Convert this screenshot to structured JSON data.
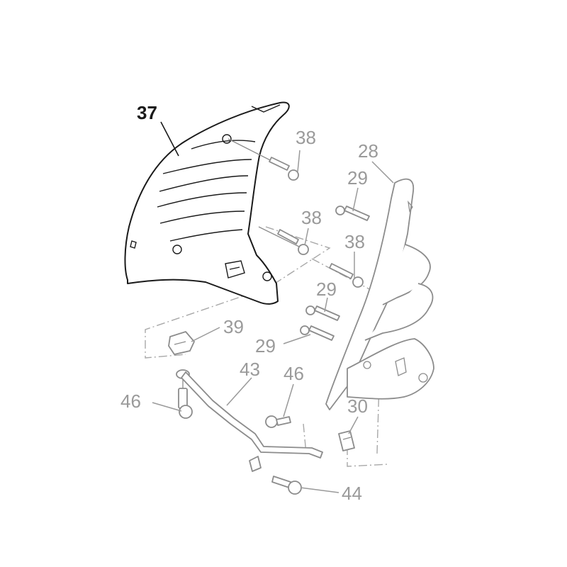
{
  "diagram": {
    "callouts": [
      {
        "id": "c37",
        "label": "37"
      },
      {
        "id": "c38a",
        "label": "38"
      },
      {
        "id": "c38b",
        "label": "38"
      },
      {
        "id": "c38c",
        "label": "38"
      },
      {
        "id": "c28",
        "label": "28"
      },
      {
        "id": "c29a",
        "label": "29"
      },
      {
        "id": "c29b",
        "label": "29"
      },
      {
        "id": "c29c",
        "label": "29"
      },
      {
        "id": "c39",
        "label": "39"
      },
      {
        "id": "c43",
        "label": "43"
      },
      {
        "id": "c46a",
        "label": "46"
      },
      {
        "id": "c46b",
        "label": "46"
      },
      {
        "id": "c30",
        "label": "30"
      },
      {
        "id": "c44",
        "label": "44"
      }
    ]
  },
  "colors": {
    "highlight_part": "#1a1a1a",
    "context_parts": "#8c8c8c",
    "background": "#ffffff"
  }
}
